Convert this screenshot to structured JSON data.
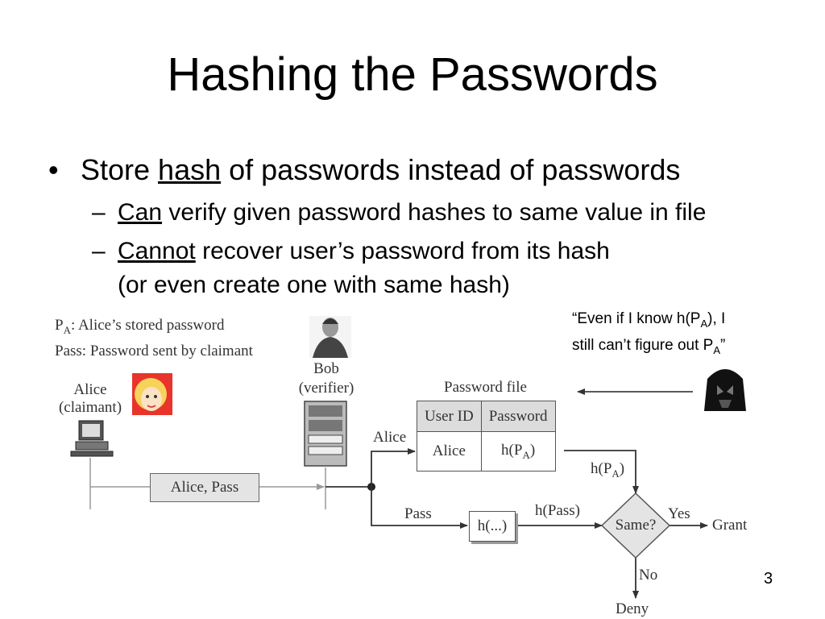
{
  "slide": {
    "title": "Hashing the Passwords",
    "page_number": "3"
  },
  "bullets": {
    "main": {
      "before": "Store ",
      "underlined": "hash",
      "after": " of passwords instead of passwords"
    },
    "sub1": {
      "underlined": "Can",
      "after": " verify given password hashes to same value in file"
    },
    "sub2": {
      "underlined": "Cannot",
      "after": " recover user’s password from its hash",
      "line2": "(or even create one with same hash)"
    }
  },
  "quote": {
    "line1_a": "“Even if I know h(P",
    "line1_sub": "A",
    "line1_b": "), I",
    "line2_a": "still can’t figure out P",
    "line2_sub": "A",
    "line2_b": "”"
  },
  "diagram": {
    "legend_pa_a": "P",
    "legend_pa_sub": "A",
    "legend_pa_b": ": Alice’s stored password",
    "legend_pass": "Pass: Password sent by claimant",
    "alice_line1": "Alice",
    "alice_line2": "(claimant)",
    "bob_line1": "Bob",
    "bob_line2": "(verifier)",
    "message_box": "Alice, Pass",
    "password_file_label": "Password file",
    "table_header_userid": "User ID",
    "table_header_password": "Password",
    "table_cell_alice": "Alice",
    "table_cell_hash_a": "h(P",
    "table_cell_hash_sub": "A",
    "table_cell_hash_b": ")",
    "arrow_alice": "Alice",
    "arrow_pass": "Pass",
    "hash_box": "h(...)",
    "arrow_hpass": "h(Pass)",
    "arrow_hpa_a": "h(P",
    "arrow_hpa_sub": "A",
    "arrow_hpa_b": ")",
    "decision": "Same?",
    "yes": "Yes",
    "no": "No",
    "grant": "Grant",
    "deny": "Deny"
  }
}
